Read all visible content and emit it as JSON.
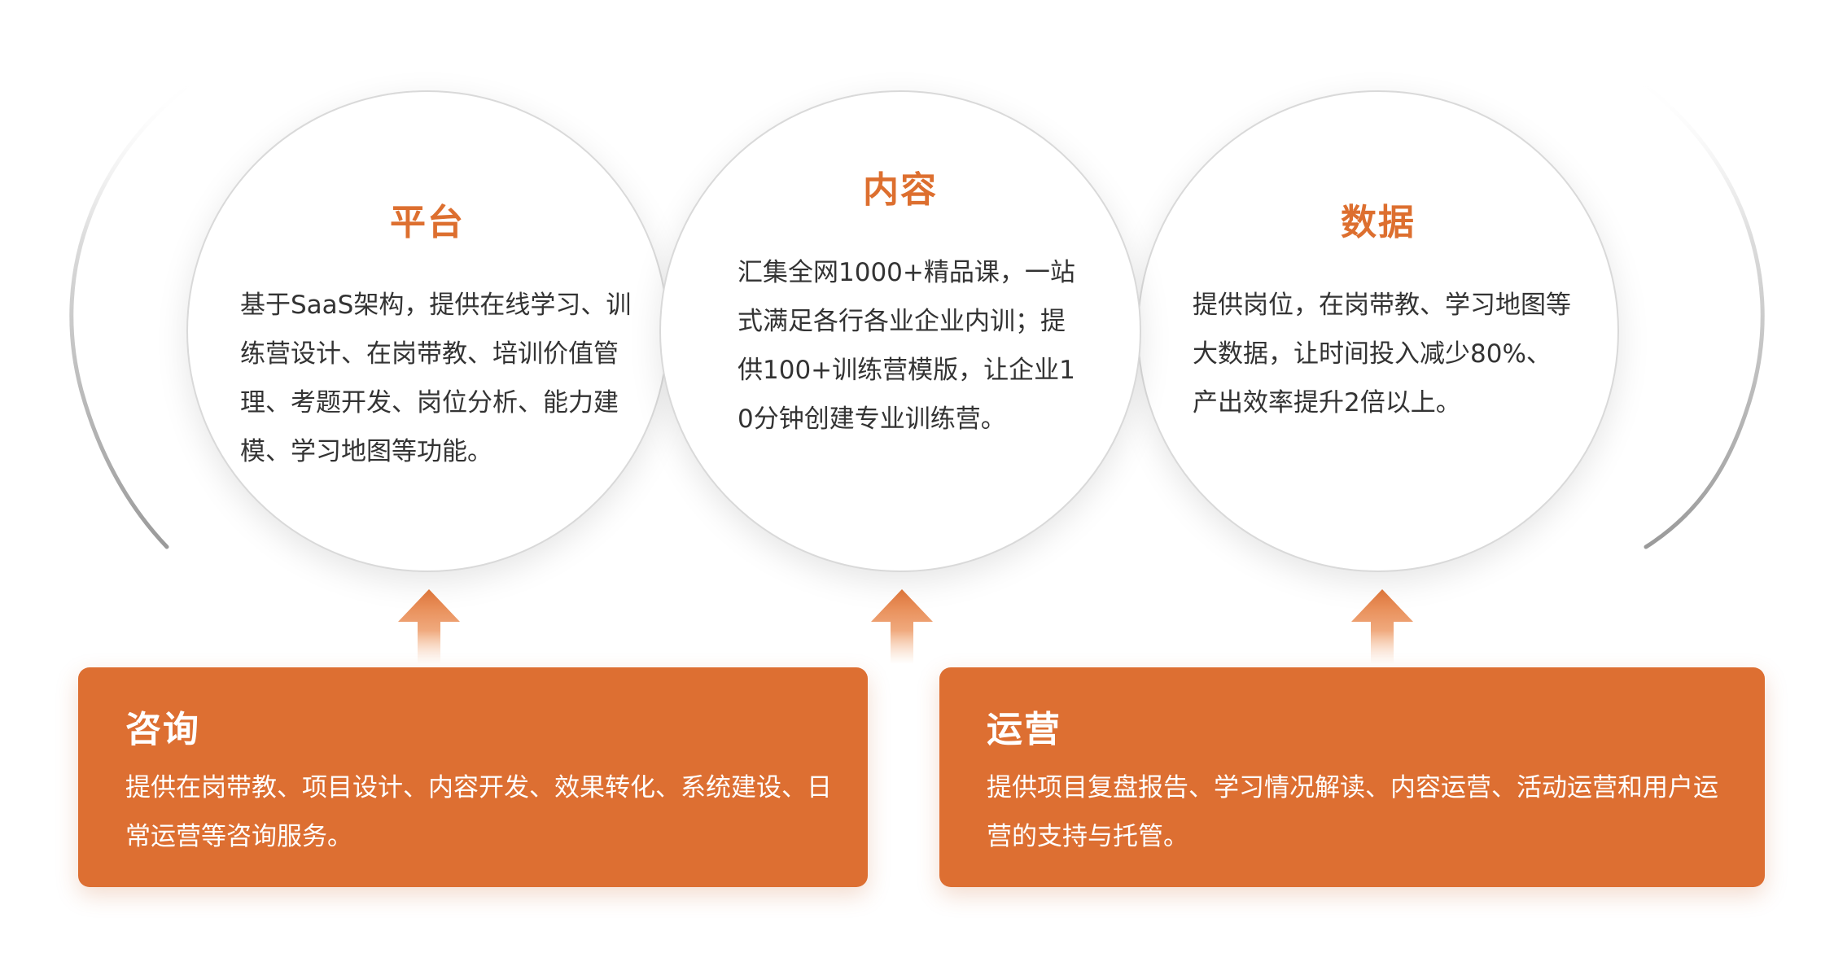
{
  "colors": {
    "accent": "#dd6f32",
    "title_orange": "#dd6f2f",
    "body_text": "#333333",
    "circle_border": "#d9d9d9",
    "arc_gray": "#b5b5b5"
  },
  "circles": {
    "platform": {
      "title": "平台",
      "text": "基于SaaS架构，提供在线学习、训练营设计、在岗带教、培训价值管理、考题开发、岗位分析、能力建模、学习地图等功能。"
    },
    "content": {
      "title": "内容",
      "text": "汇集全网1000+精品课，一站式满足各行各业企业内训；提供100+训练营模版，让企业10分钟创建专业训练营。"
    },
    "data": {
      "title": "数据",
      "text": "提供岗位，在岗带教、学习地图等大数据，让时间投入减少80%、产出效率提升2倍以上。"
    }
  },
  "cards": {
    "consult": {
      "title": "咨询",
      "text": "提供在岗带教、项目设计、内容开发、效果转化、系统建设、日常运营等咨询服务。"
    },
    "operation": {
      "title": "运营",
      "text": "提供项目复盘报告、学习情况解读、内容运营、活动运营和用户运营的支持与托管。"
    }
  },
  "icons": {
    "arrow": "arrow-up-icon",
    "arc": "decorative-arc"
  }
}
